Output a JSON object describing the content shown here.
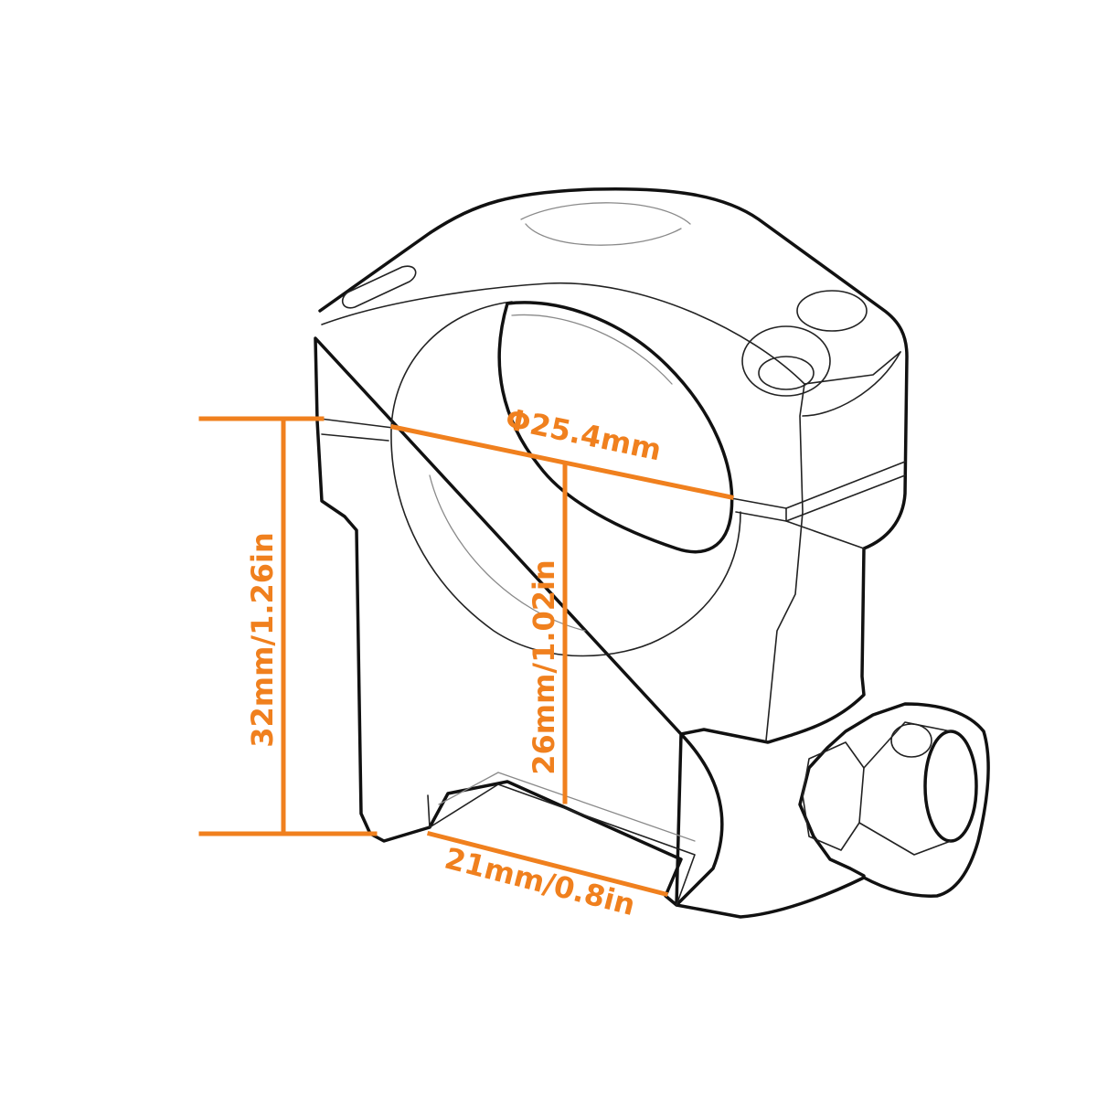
{
  "diagram": {
    "subject": "scope-ring-mount",
    "accent_color": "#F0801E",
    "outline_color": "#111111",
    "background": "#FFFFFF",
    "dimensions": {
      "ring_diameter": "Φ25.4mm",
      "total_height": "32mm/1.26in",
      "center_height": "26mm/1.02in",
      "base_width": "21mm/0.8in"
    }
  }
}
